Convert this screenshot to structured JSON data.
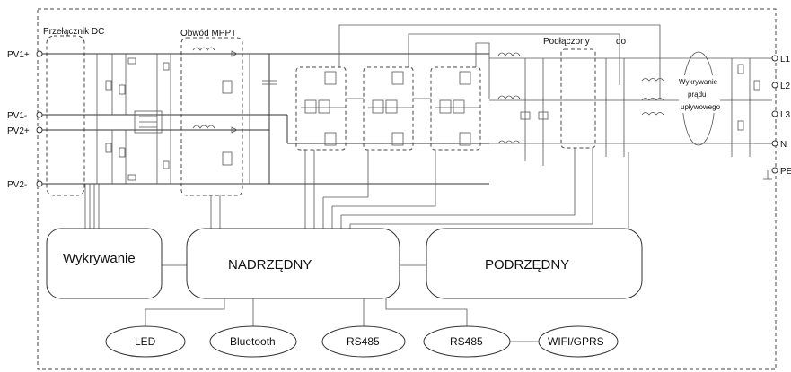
{
  "labels": {
    "dc_switch": "Przełącznik DC",
    "mppt": "Obwód MPPT",
    "grid_connected": "Podłączony",
    "to": "do",
    "leak_1": "Wykrywanie",
    "leak_2": "prądu",
    "leak_3": "upływowego"
  },
  "ports_left": {
    "pv1_plus": "PV1+",
    "pv1_minus": "PV1-",
    "pv2_plus": "PV2+",
    "pv2_minus": "PV2-"
  },
  "ports_right": {
    "l1": "L1",
    "l2": "L2",
    "l3": "L3",
    "n": "N",
    "pe": "PE"
  },
  "blocks": {
    "detection": "Wykrywanie",
    "master": "NADRZĘDNY",
    "slave": "PODRZĘDNY"
  },
  "peripherals": {
    "led": "LED",
    "bluetooth": "Bluetooth",
    "rs485_a": "RS485",
    "rs485_b": "RS485",
    "wifi": "WIFI/GPRS"
  }
}
